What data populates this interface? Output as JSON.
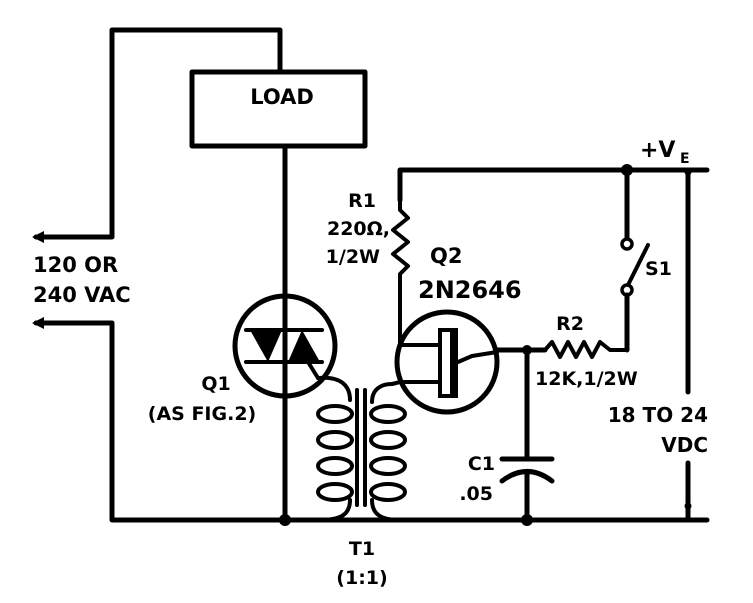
{
  "diagram": {
    "type": "circuit-schematic",
    "colors": {
      "ink": "#000000",
      "paper": "#ffffff"
    },
    "components": {
      "load": {
        "label": "LOAD"
      },
      "q1": {
        "ref": "Q1",
        "note": "(AS FIG.2)",
        "kind": "triac"
      },
      "q2": {
        "ref": "Q2",
        "part": "2N2646",
        "kind": "unijunction transistor"
      },
      "r1": {
        "ref": "R1",
        "value": "220Ω,",
        "rating": "1/2W"
      },
      "r2": {
        "ref": "R2",
        "value": "12K,1/2W"
      },
      "c1": {
        "ref": "C1",
        "value": ".05"
      },
      "s1": {
        "ref": "S1",
        "kind": "switch"
      },
      "t1": {
        "ref": "T1",
        "ratio": "(1:1)",
        "kind": "transformer"
      }
    },
    "supplies": {
      "ac": {
        "line1": "120 OR",
        "line2": "240 VAC"
      },
      "dc_rail": {
        "label_plus": "+V",
        "label_sub": "E"
      },
      "dc_range": {
        "line1": "18 TO 24",
        "line2": "VDC"
      }
    }
  }
}
